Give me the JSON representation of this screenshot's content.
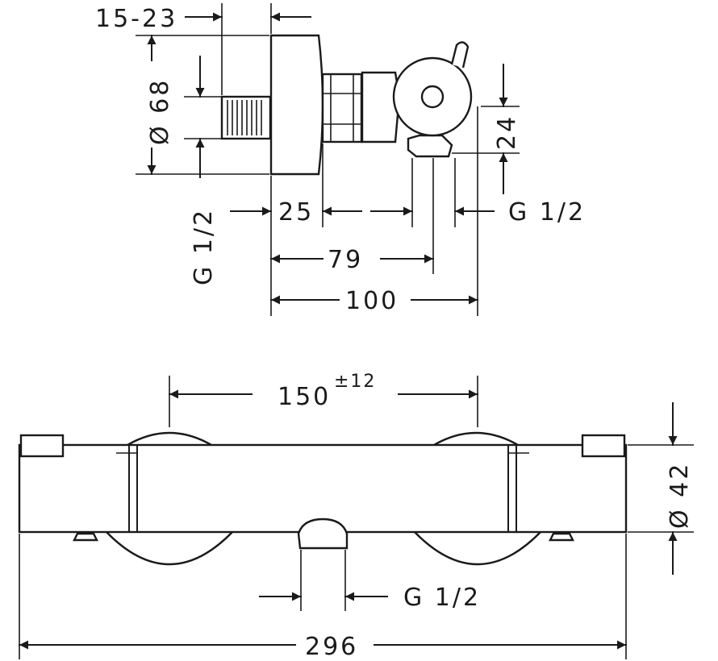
{
  "side_view": {
    "offset_range": "15-23",
    "body_diameter": "Ø 68",
    "inlet_thread": "G 1/2",
    "depth_25": "25",
    "depth_79": "79",
    "depth_100": "100",
    "outlet_height": "24",
    "outlet_thread": "G 1/2"
  },
  "front_view": {
    "center_distance": "150",
    "center_tolerance": "±12",
    "body_diameter": "Ø 42",
    "outlet_thread": "G 1/2",
    "overall_length": "296"
  },
  "colors": {
    "line": "#1a1a1a",
    "background": "#ffffff"
  }
}
